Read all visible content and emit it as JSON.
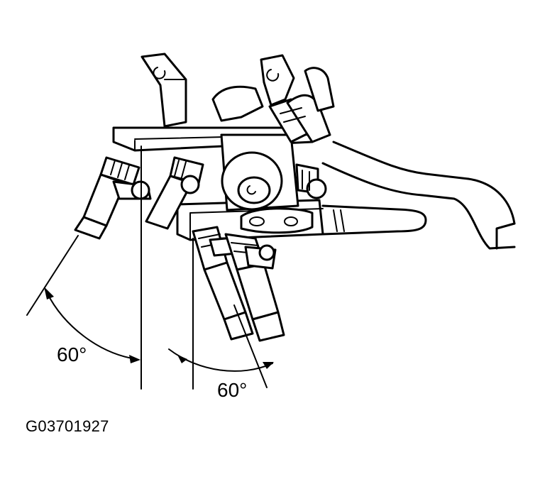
{
  "diagram": {
    "angle_left": "60°",
    "angle_right": "60°",
    "figure_id": "G03701927"
  }
}
